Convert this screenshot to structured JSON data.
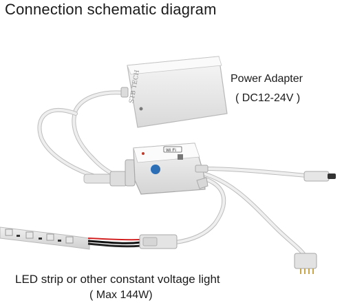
{
  "title": "Connection schematic diagram",
  "power_adapter": {
    "label": "Power Adapter",
    "voltage": "( DC12-24V )",
    "brand": "STB TECH"
  },
  "controller": {
    "badge": "Wi  Fi"
  },
  "led_strip": {
    "label": "LED strip or other constant voltage light",
    "max": "( Max 144W)"
  },
  "colors": {
    "cable": "#e8e8e8",
    "cable_edge": "#bdbdbd",
    "adapter": "#efefef",
    "strip": "#e6e6e6",
    "led": "#ececec"
  }
}
